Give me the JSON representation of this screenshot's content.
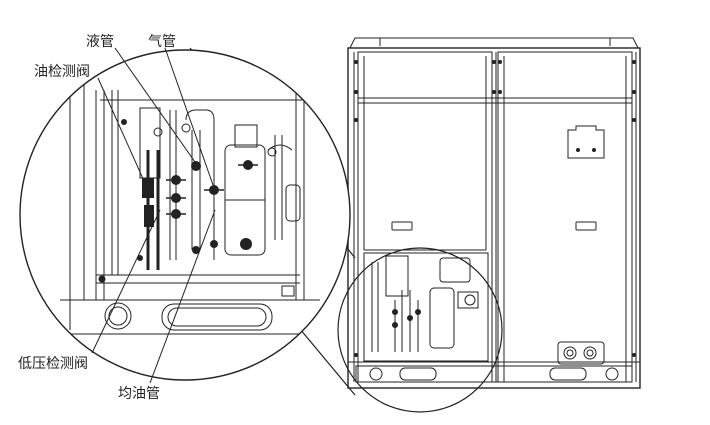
{
  "labels": {
    "liquid_pipe": "液管",
    "gas_pipe": "气管",
    "oil_check_valve": "油检测阀",
    "low_pressure_check_valve": "低压检测阀",
    "oil_balance_pipe": "均油管"
  }
}
